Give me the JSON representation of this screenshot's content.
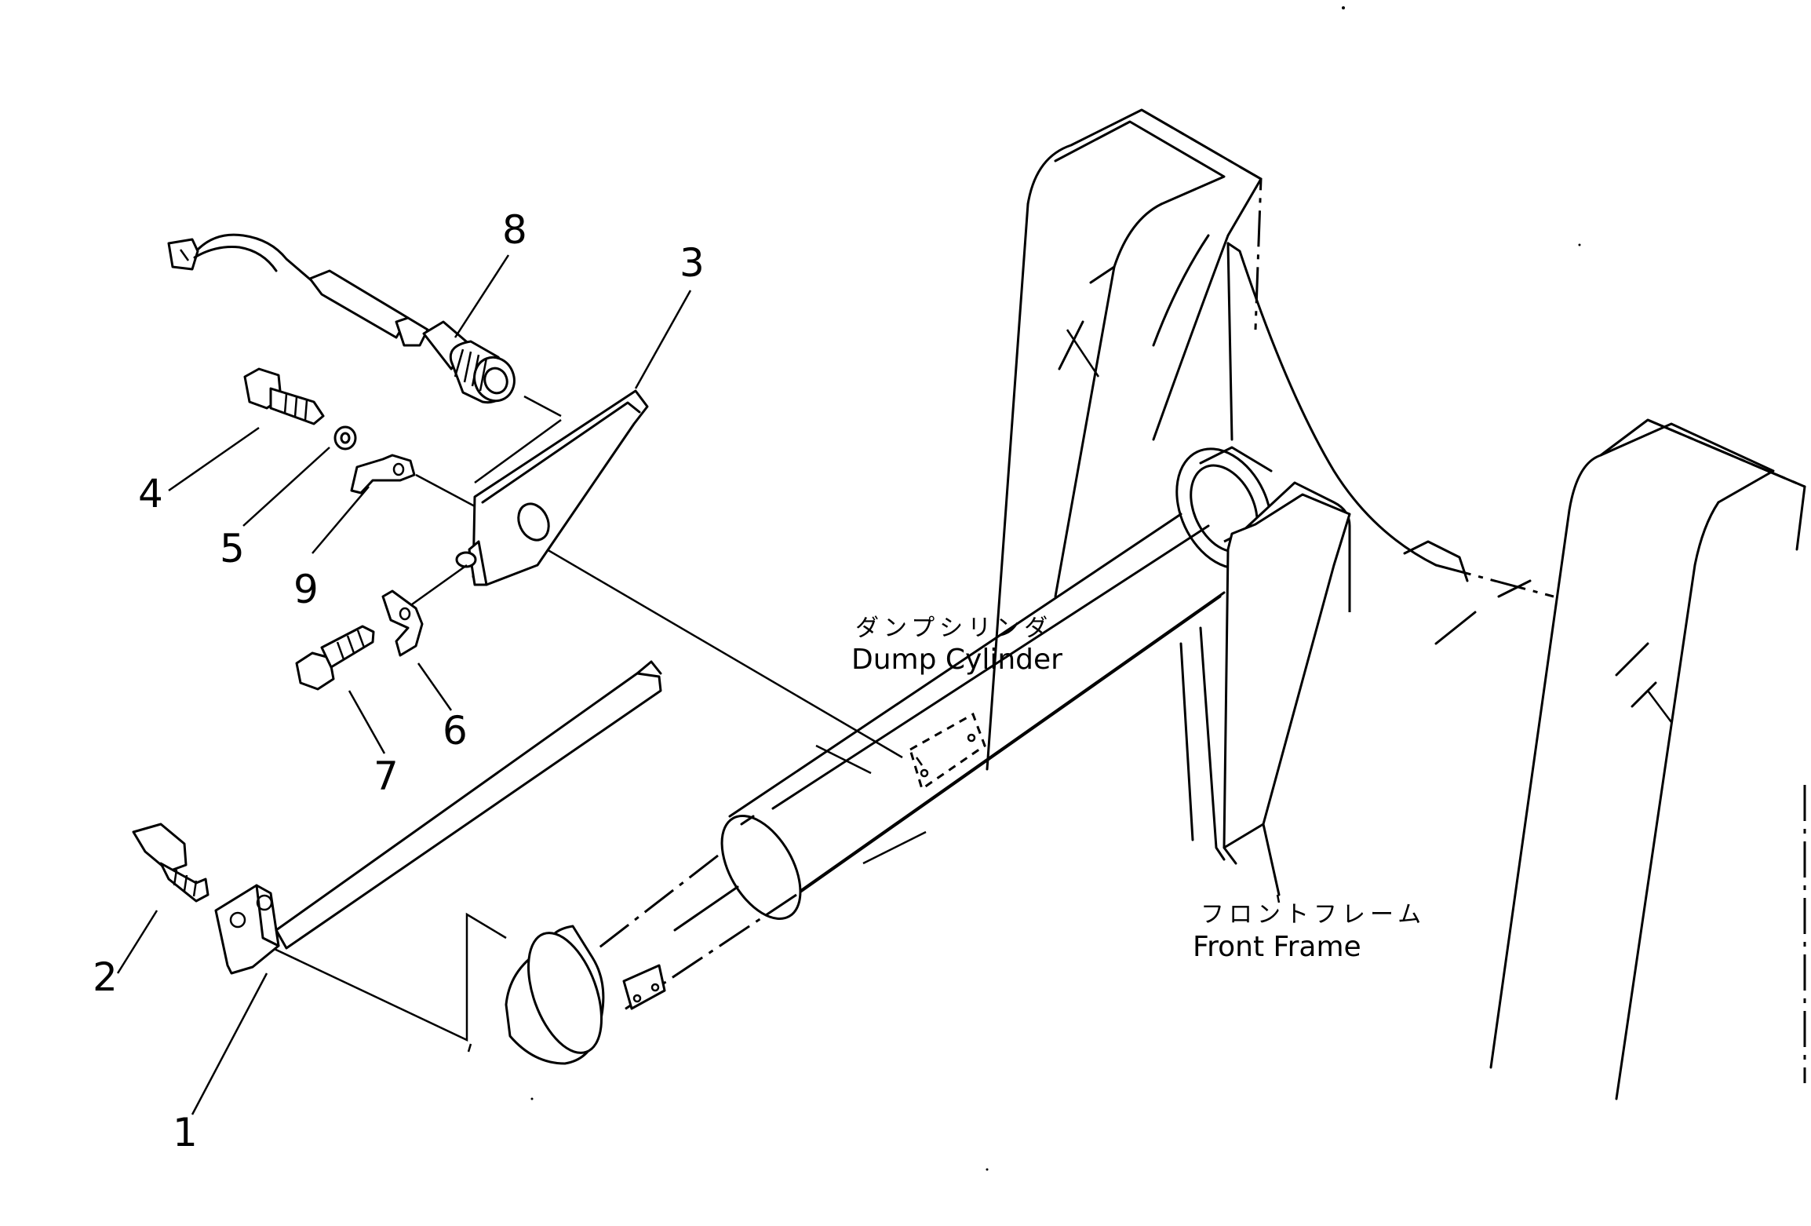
{
  "labels": {
    "dump_cylinder_jp": "ダンプシリンダ",
    "dump_cylinder_en": "Dump Cylinder",
    "front_frame_jp": "フロントフレーム",
    "front_frame_en": "Front Frame"
  },
  "callouts": {
    "c1": "1",
    "c2": "2",
    "c3": "3",
    "c4": "4",
    "c5": "5",
    "c6": "6",
    "c7": "7",
    "c8": "8",
    "c9": "9"
  }
}
